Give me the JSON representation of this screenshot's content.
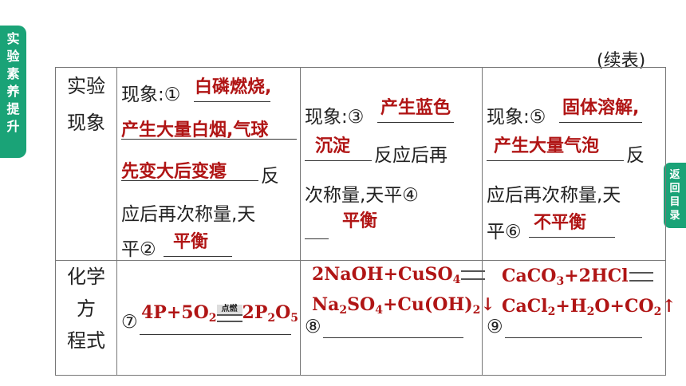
{
  "side_tab": {
    "chars": [
      "实",
      "验",
      "素",
      "养",
      "提",
      "升"
    ]
  },
  "back_tab": {
    "chars": [
      "返",
      "回",
      "目",
      "录"
    ]
  },
  "continued_label": "(续表)",
  "row_headers": {
    "phenomenon": [
      "实验",
      "现象"
    ],
    "equation": [
      "化学",
      "方",
      "程式"
    ]
  },
  "col1": {
    "lead": "现象:①",
    "ans1_line1": "白磷燃烧,",
    "ans1_line2": "产生大量白烟,气球",
    "ans1_line3": "先变大后变瘪",
    "tail": "反",
    "line4": "应后再次称量,天",
    "line5_lead": "平②",
    "ans2": "平衡"
  },
  "col2": {
    "lead": "现象:③",
    "ans3_line1": "产生蓝色",
    "ans3_line2": "沉淀",
    "tail": "反应后再",
    "line3": "次称量,天平④",
    "ans4": "平衡"
  },
  "col3": {
    "lead": "现象:⑤",
    "ans5_line1": "固体溶解,",
    "ans5_line2": "产生大量气泡",
    "tail": "反",
    "line3": "应后再次称量,天",
    "line4_lead": "平⑥",
    "ans6": "不平衡"
  },
  "eq1": {
    "num": "⑦",
    "left": "4P+5O",
    "cond": "点燃",
    "right": "2P",
    "right_mid": "O"
  },
  "eq2": {
    "num": "⑧",
    "line1_a": "2NaOH+CuSO",
    "line2_a": "Na",
    "line2_b": "SO",
    "line2_c": "+Cu(OH)",
    "arrow": "↓"
  },
  "eq3": {
    "num": "⑨",
    "line1": "CaCO",
    "line1_b": "+2HCl",
    "line2_a": "CaCl",
    "line2_b": "+H",
    "line2_c": "O+CO",
    "arrow": "↑"
  },
  "colors": {
    "accent": "#1aa377",
    "answer": "#b01515"
  }
}
